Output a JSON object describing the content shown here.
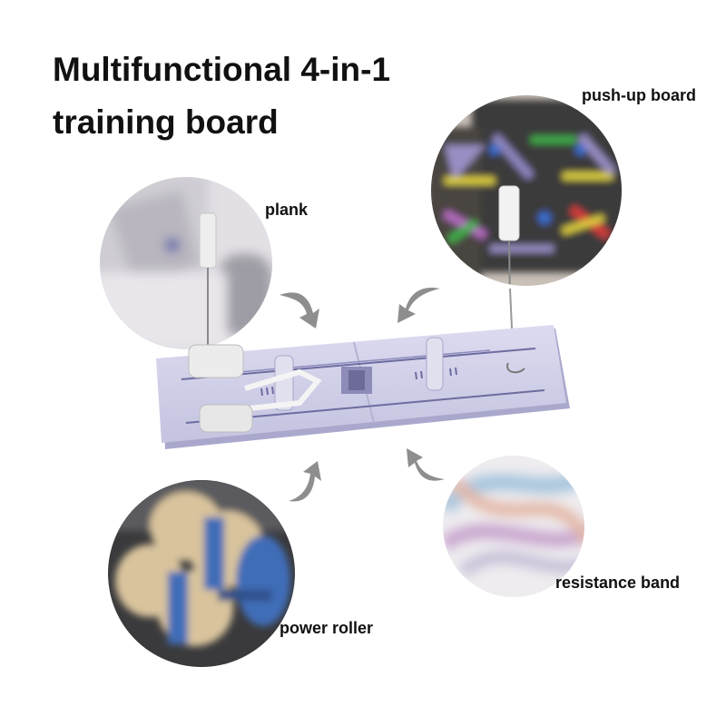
{
  "title": {
    "line1": "Multifunctional 4-in-1",
    "line2": "training board"
  },
  "callouts": [
    {
      "id": "push-up-board",
      "label": "push-up board"
    },
    {
      "id": "plank",
      "label": "plank"
    },
    {
      "id": "resistance-band",
      "label": "resistance band"
    },
    {
      "id": "power-roller",
      "label": "power roller"
    }
  ],
  "colors": {
    "board": "#c9c8e3",
    "board_dark": "#a9a8cc",
    "arrow": "#8e8e8e",
    "roller_blue": "#3f6db8",
    "roller_beige": "#d8c39c",
    "pushup_bg": "#3b3b3b"
  }
}
